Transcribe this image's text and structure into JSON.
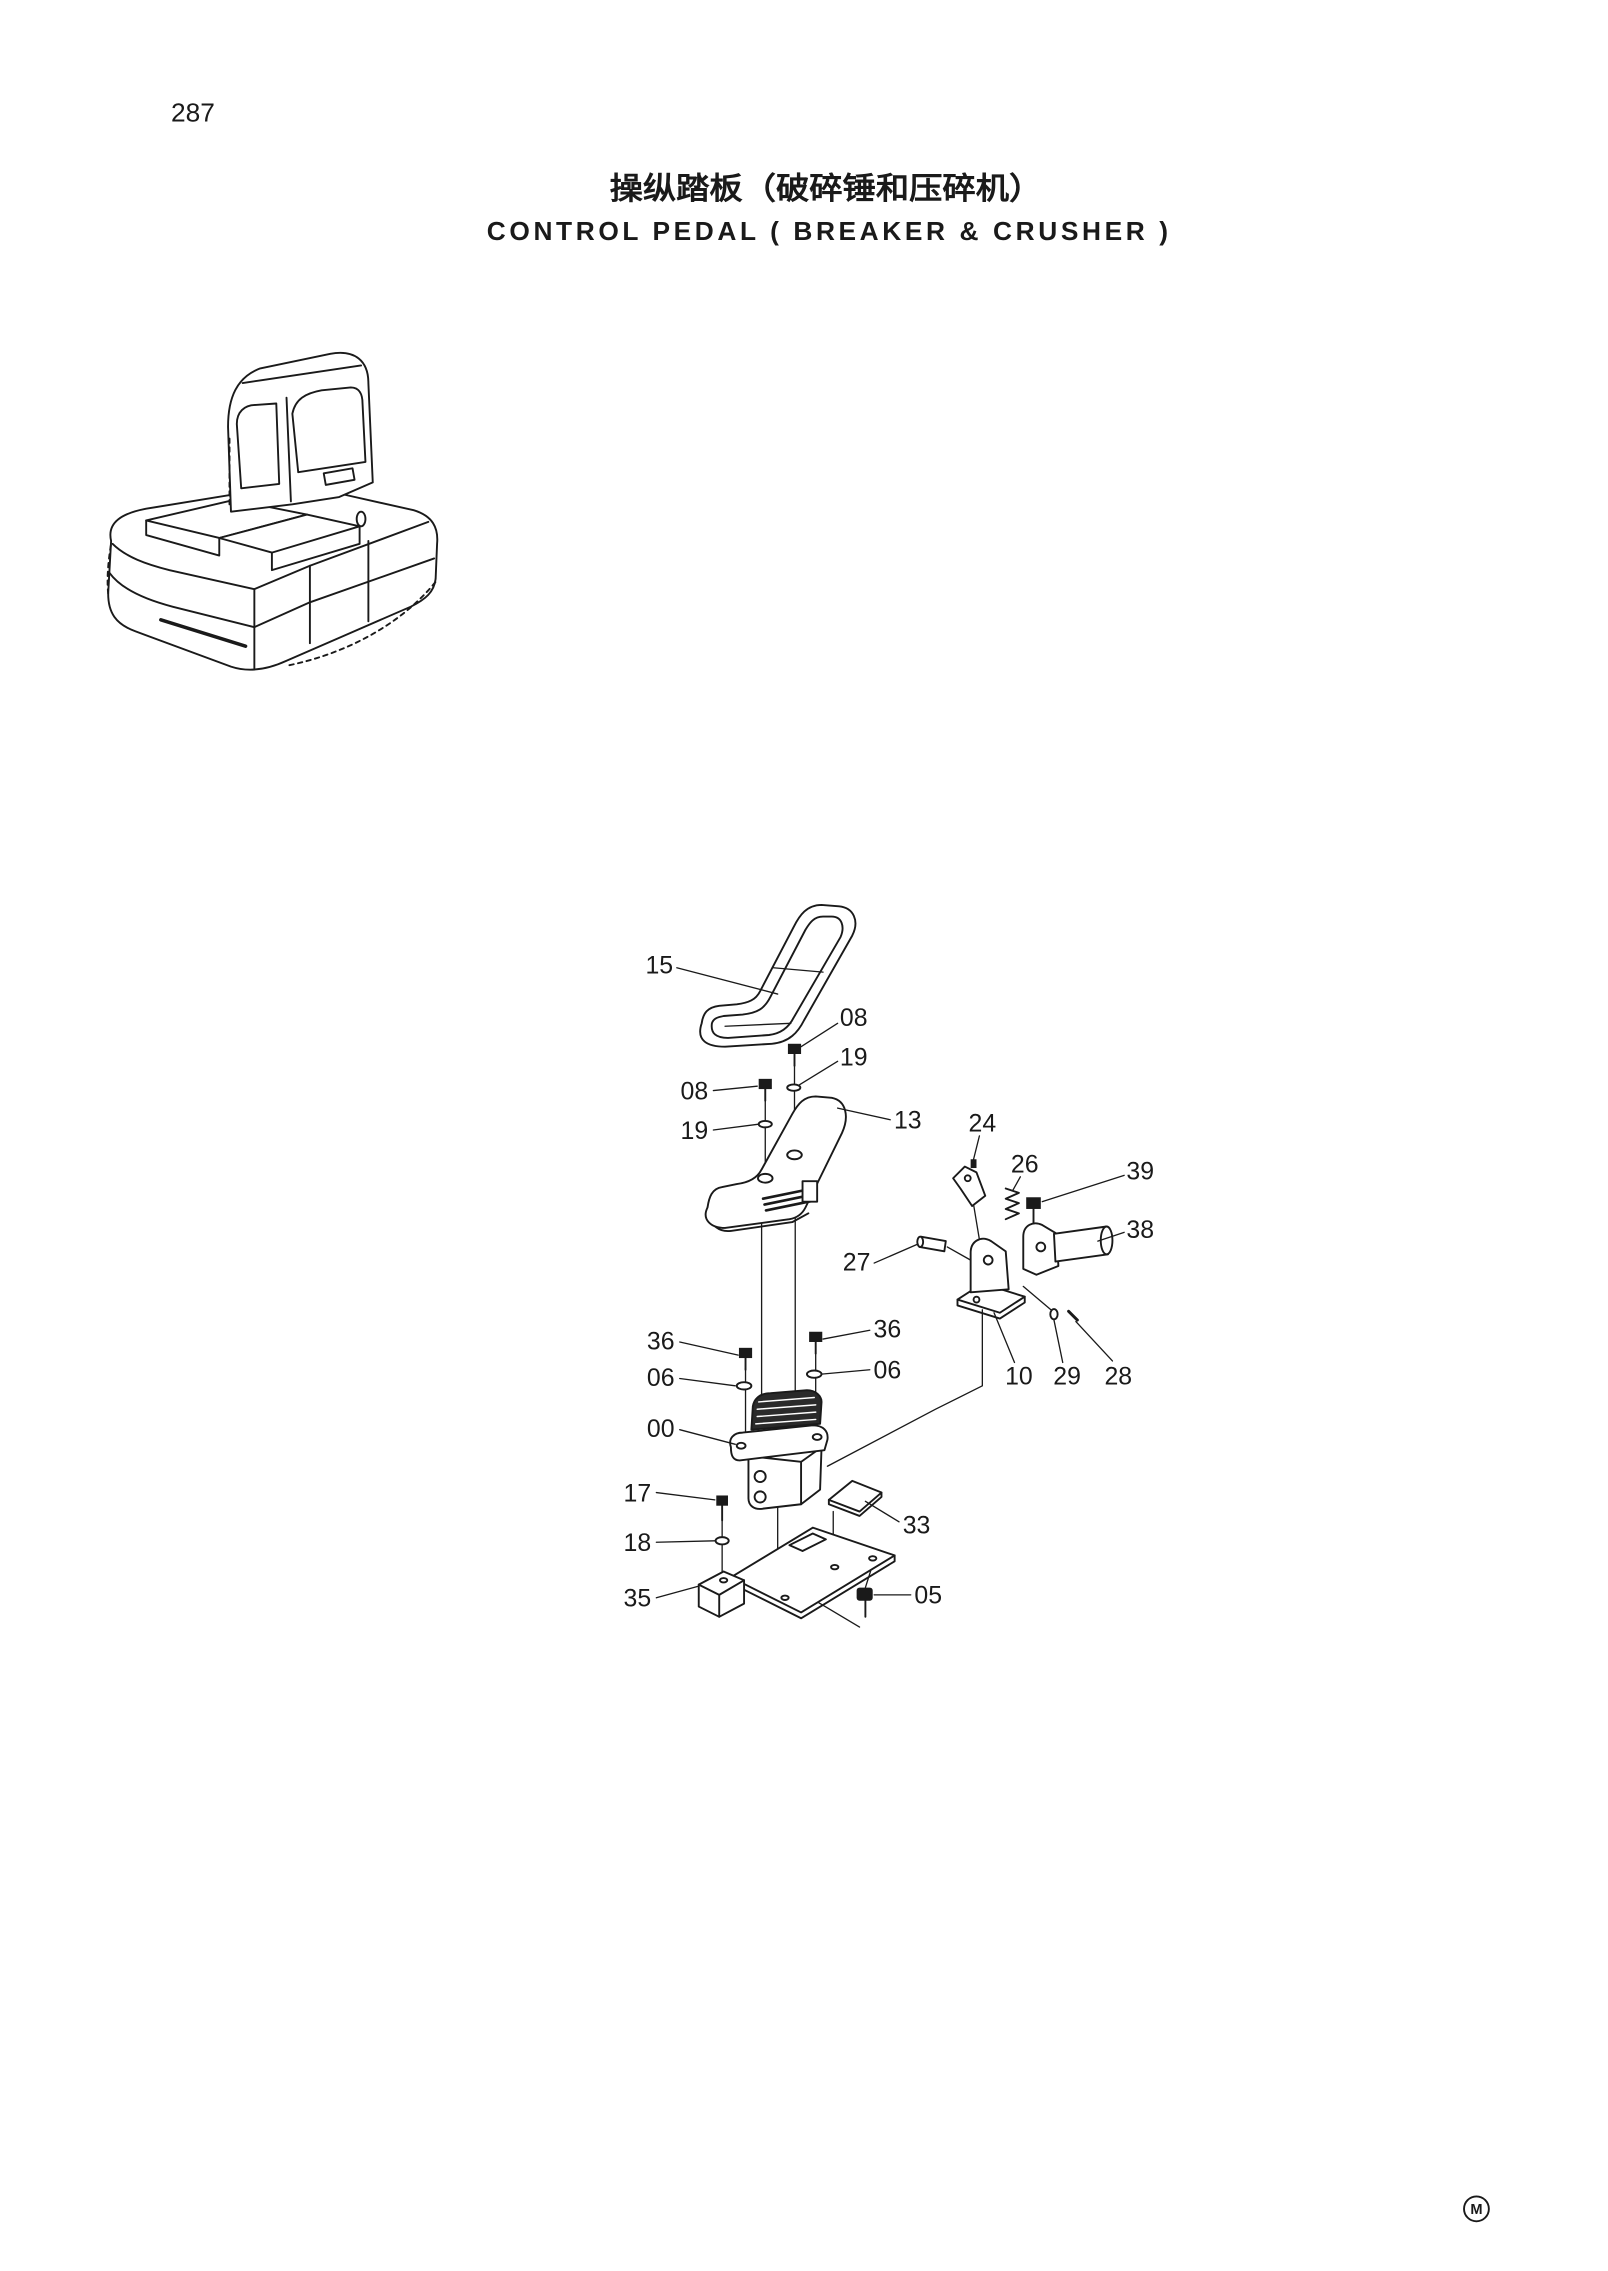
{
  "page": {
    "number": "287"
  },
  "header": {
    "title_cn": "操纵踏板（破碎锤和压碎机）",
    "title_en": "CONTROL PEDAL ( BREAKER & CRUSHER )"
  },
  "diagram": {
    "callouts": [
      "15",
      "08",
      "19",
      "08",
      "19",
      "13",
      "24",
      "26",
      "39",
      "38",
      "27",
      "36",
      "36",
      "06",
      "06",
      "00",
      "10",
      "29",
      "28",
      "17",
      "33",
      "18",
      "35",
      "05"
    ]
  },
  "footer": {
    "mark": "M"
  },
  "colors": {
    "ink": "#1a1a1a",
    "paper": "#ffffff"
  }
}
